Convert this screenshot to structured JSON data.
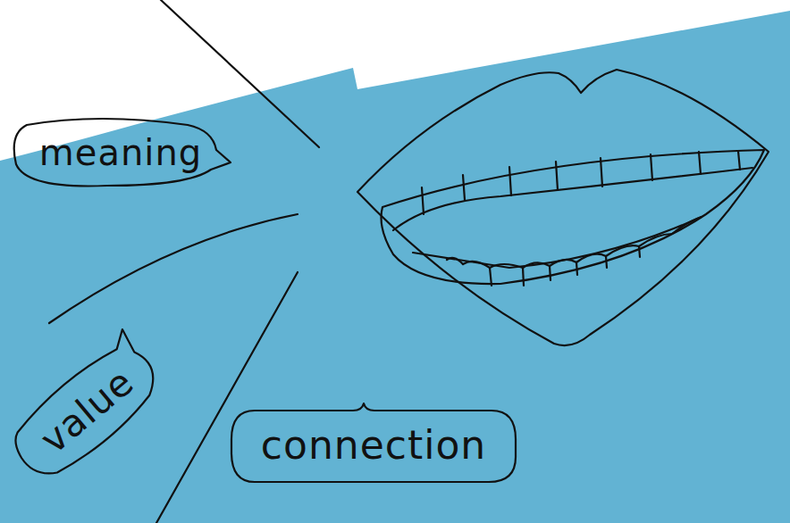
{
  "diagram": {
    "nodes": [
      {
        "text": [
          "meaning"
        ]
      },
      {
        "text": [
          "value"
        ]
      },
      {
        "text": [
          "connection"
        ]
      }
    ]
  }
}
